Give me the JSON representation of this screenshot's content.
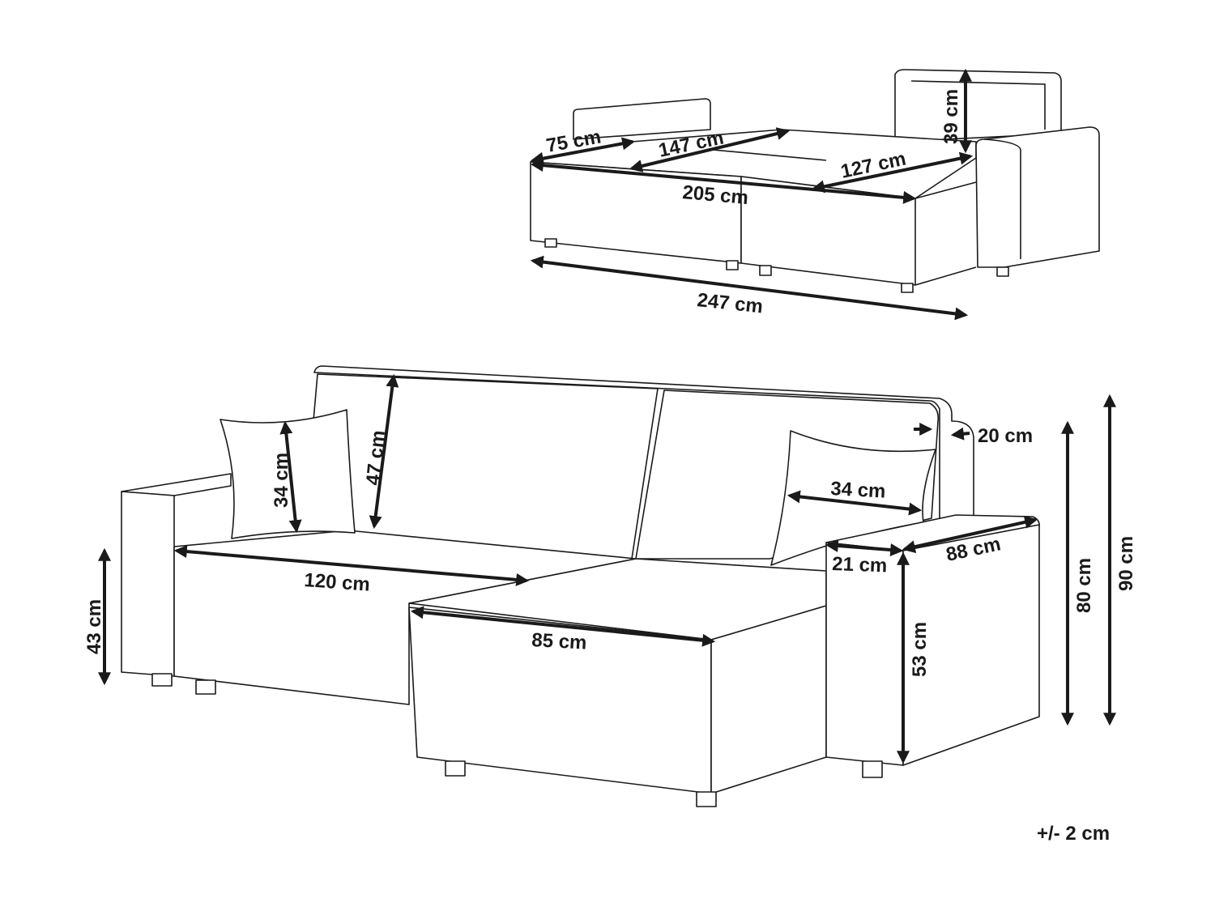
{
  "top_view": {
    "labels": {
      "armrest_depth": "75 cm",
      "sleeping_length": "147 cm",
      "back_height": "39 cm",
      "chaise_depth": "127 cm",
      "bed_width": "205 cm",
      "total_width": "247 cm"
    }
  },
  "main_view": {
    "labels": {
      "back_cushion_height": "47 cm",
      "pillow_height": "34 cm",
      "pillow_width": "34 cm",
      "back_thickness": "20 cm",
      "seat_depth": "120 cm",
      "chaise_width": "85 cm",
      "armrest_width": "21 cm",
      "armrest_length": "88 cm",
      "seat_height": "43 cm",
      "armrest_height": "53 cm",
      "back_height_total": "80 cm",
      "total_height": "90 cm"
    }
  },
  "tolerance": "+/- 2 cm",
  "colors": {
    "line": "#1a1a1a",
    "background": "#ffffff"
  }
}
